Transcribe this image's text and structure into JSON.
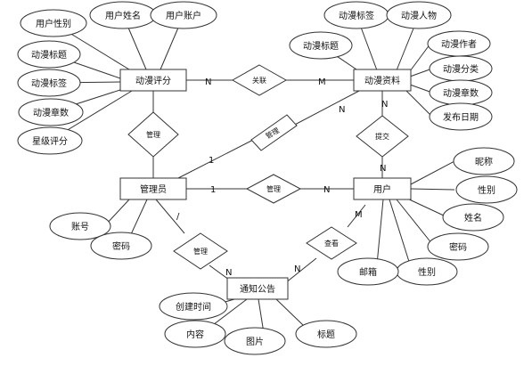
{
  "entities": {
    "anime_rating": "动漫评分",
    "anime_info": "动漫资料",
    "admin": "管理员",
    "user": "用户",
    "notice": "通知公告"
  },
  "attributes": {
    "user_gender": "用户性别",
    "user_name": "用户姓名",
    "user_account": "用户账户",
    "rating_anime_title": "动漫标题",
    "rating_anime_tag": "动漫标签",
    "rating_anime_episodes": "动漫章数",
    "star_rating": "星级评分",
    "info_anime_tag": "动漫标签",
    "anime_characters": "动漫人物",
    "info_anime_title": "动漫标题",
    "anime_author": "动漫作者",
    "anime_category": "动漫分类",
    "info_anime_episodes": "动漫章数",
    "publish_date": "发布日期",
    "nickname": "昵称",
    "gender": "性别",
    "name": "姓名",
    "password": "密码",
    "gender2": "性别",
    "email": "邮箱",
    "admin_account": "账号",
    "admin_password": "密码",
    "created_time": "创建时间",
    "content": "内容",
    "image": "图片",
    "title": "标题"
  },
  "relationships": {
    "relate": "关联",
    "manage_rating": "管理",
    "manage_info": "管理",
    "manage_user": "管理",
    "manage_notice": "管理",
    "submit": "提交",
    "view": "查看"
  },
  "cardinalities": {
    "relate_rating": "N",
    "relate_info": "M",
    "admin_info_admin": "1",
    "admin_info_info": "N",
    "submit_info": "N",
    "submit_user": "N",
    "admin_user_admin": "1",
    "admin_user_user": "N",
    "admin_notice_admin": "/",
    "admin_notice_notice": "N",
    "view_user": "M",
    "view_notice": "N"
  }
}
